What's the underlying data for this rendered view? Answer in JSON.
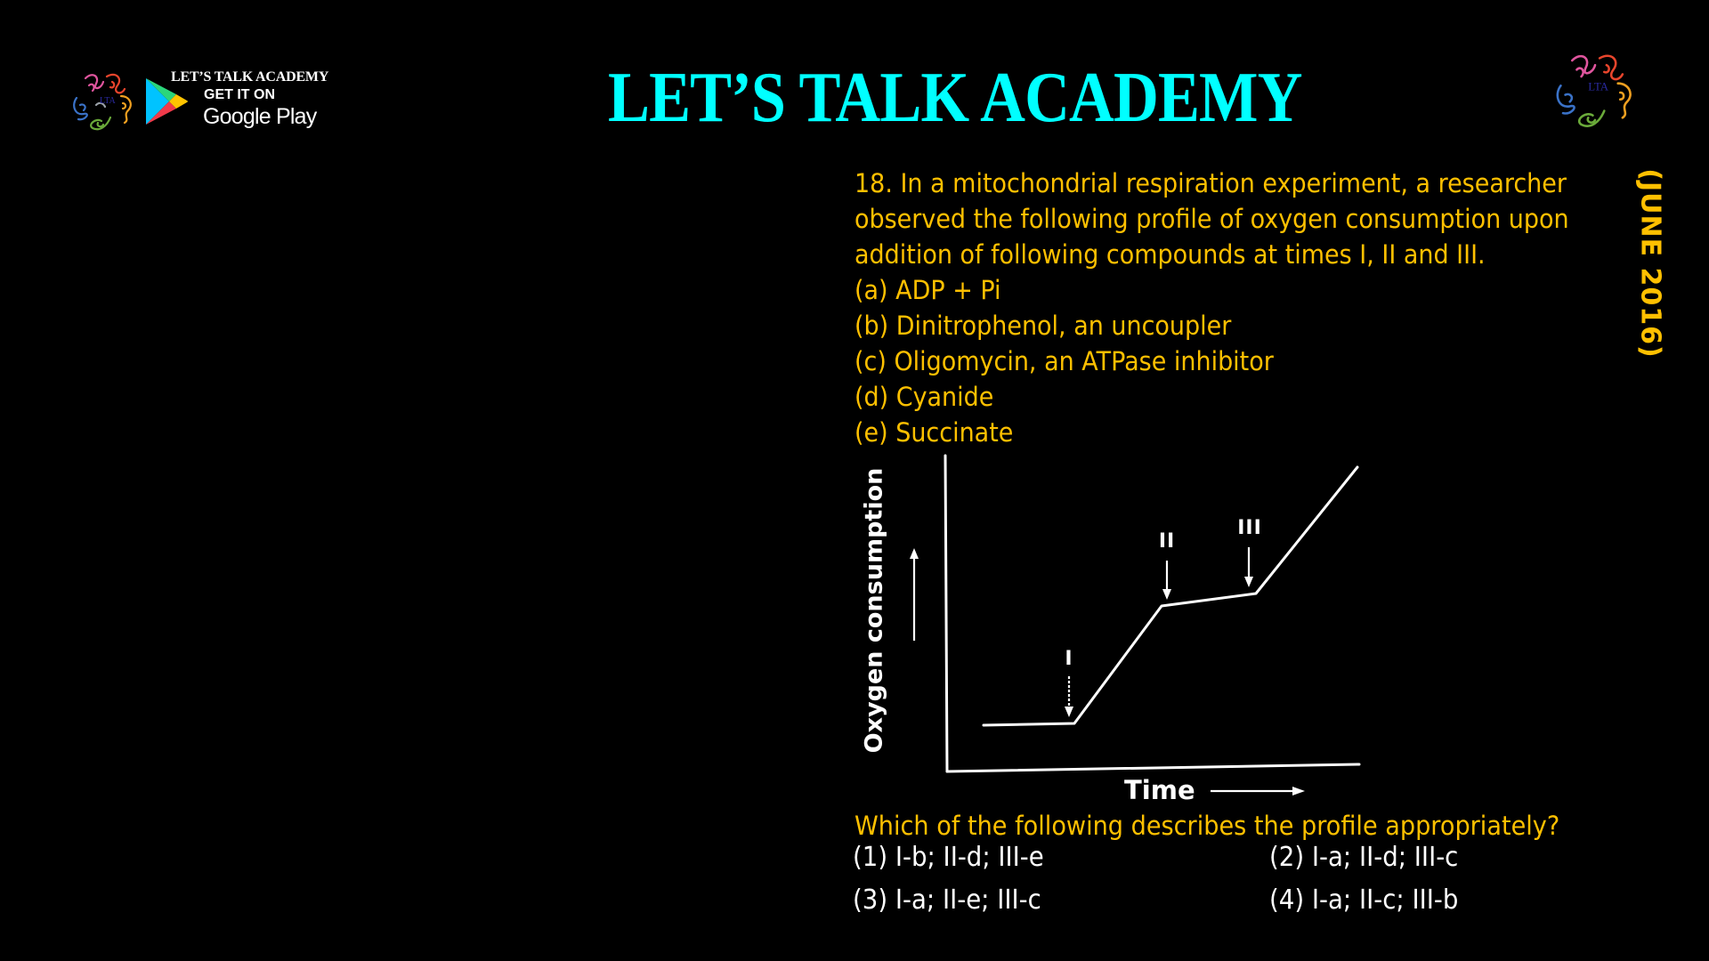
{
  "header": {
    "title": "LET’S TALK ACADEMY",
    "title_color": "#00ffff",
    "badge": {
      "brand": "LET’S TALK ACADEMY",
      "get_it_on": "GET IT ON",
      "store": "Google Play"
    },
    "logo_text": "LTA"
  },
  "session_tag": "(JUNE 2016)",
  "accent_color": "#ffc000",
  "question": {
    "lines": [
      "18. In a mitochondrial respiration experiment, a researcher",
      "observed the following profile of oxygen consumption upon",
      "addition of following compounds at times I, II and III."
    ],
    "compounds": [
      "(a) ADP + Pi",
      "(b) Dinitrophenol, an uncoupler",
      "(c) Oligomycin, an ATPase inhibitor",
      "(d) Cyanide",
      "(e) Succinate"
    ],
    "prompt": "Which of the following describes the profile appropriately?",
    "options": [
      "(1) I-b; II-d; III-e",
      "(2) I-a; II-d; III-c",
      "(3) I-a; II-e; III-c",
      "(4) I-a; II-c; III-b"
    ]
  },
  "diagram": {
    "y_label": "Oxygen consumption",
    "x_label": "Time",
    "markers": [
      "I",
      "II",
      "III"
    ]
  }
}
